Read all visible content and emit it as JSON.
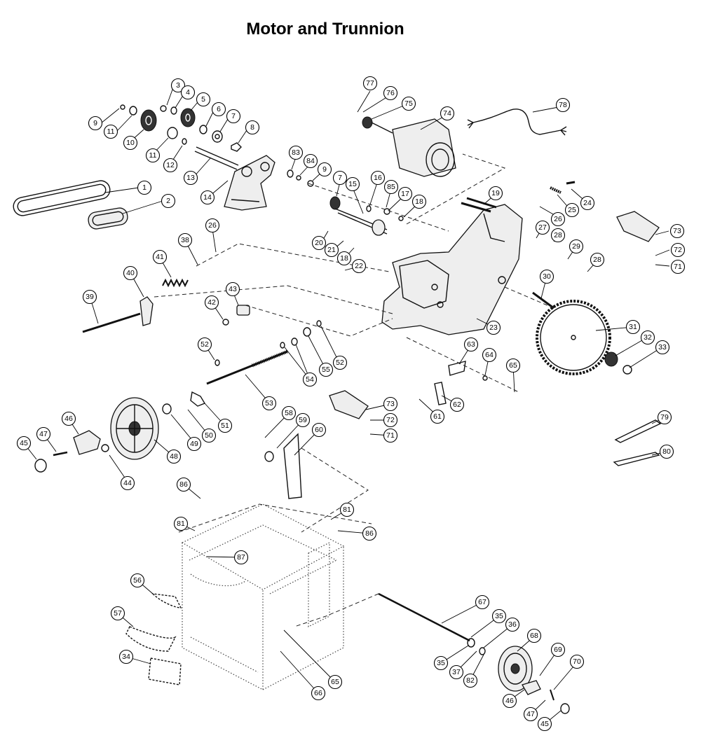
{
  "title": "Motor and Trunnion",
  "callouts": [
    {
      "label": "1"
    },
    {
      "label": "2"
    },
    {
      "label": "3"
    },
    {
      "label": "4"
    },
    {
      "label": "5"
    },
    {
      "label": "6"
    },
    {
      "label": "7"
    },
    {
      "label": "8"
    },
    {
      "label": "9"
    },
    {
      "label": "11"
    },
    {
      "label": "10"
    },
    {
      "label": "11"
    },
    {
      "label": "12"
    },
    {
      "label": "13"
    },
    {
      "label": "14"
    },
    {
      "label": "83"
    },
    {
      "label": "84"
    },
    {
      "label": "9"
    },
    {
      "label": "7"
    },
    {
      "label": "15"
    },
    {
      "label": "16"
    },
    {
      "label": "85"
    },
    {
      "label": "17"
    },
    {
      "label": "18"
    },
    {
      "label": "77"
    },
    {
      "label": "76"
    },
    {
      "label": "75"
    },
    {
      "label": "74"
    },
    {
      "label": "78"
    },
    {
      "label": "19"
    },
    {
      "label": "24"
    },
    {
      "label": "25"
    },
    {
      "label": "26"
    },
    {
      "label": "27"
    },
    {
      "label": "28"
    },
    {
      "label": "29"
    },
    {
      "label": "28"
    },
    {
      "label": "73"
    },
    {
      "label": "72"
    },
    {
      "label": "71"
    },
    {
      "label": "20"
    },
    {
      "label": "21"
    },
    {
      "label": "18"
    },
    {
      "label": "22"
    },
    {
      "label": "26"
    },
    {
      "label": "38"
    },
    {
      "label": "41"
    },
    {
      "label": "40"
    },
    {
      "label": "39"
    },
    {
      "label": "43"
    },
    {
      "label": "42"
    },
    {
      "label": "30"
    },
    {
      "label": "23"
    },
    {
      "label": "31"
    },
    {
      "label": "32"
    },
    {
      "label": "33"
    },
    {
      "label": "52"
    },
    {
      "label": "52"
    },
    {
      "label": "55"
    },
    {
      "label": "54"
    },
    {
      "label": "53"
    },
    {
      "label": "63"
    },
    {
      "label": "64"
    },
    {
      "label": "65"
    },
    {
      "label": "62"
    },
    {
      "label": "61"
    },
    {
      "label": "73"
    },
    {
      "label": "72"
    },
    {
      "label": "71"
    },
    {
      "label": "51"
    },
    {
      "label": "50"
    },
    {
      "label": "49"
    },
    {
      "label": "48"
    },
    {
      "label": "46"
    },
    {
      "label": "47"
    },
    {
      "label": "45"
    },
    {
      "label": "44"
    },
    {
      "label": "58"
    },
    {
      "label": "59"
    },
    {
      "label": "60"
    },
    {
      "label": "79"
    },
    {
      "label": "80"
    },
    {
      "label": "86"
    },
    {
      "label": "81"
    },
    {
      "label": "81"
    },
    {
      "label": "86"
    },
    {
      "label": "87"
    },
    {
      "label": "56"
    },
    {
      "label": "57"
    },
    {
      "label": "34"
    },
    {
      "label": "67"
    },
    {
      "label": "35"
    },
    {
      "label": "36"
    },
    {
      "label": "68"
    },
    {
      "label": "35"
    },
    {
      "label": "37"
    },
    {
      "label": "82"
    },
    {
      "label": "69"
    },
    {
      "label": "70"
    },
    {
      "label": "46"
    },
    {
      "label": "47"
    },
    {
      "label": "45"
    },
    {
      "label": "65"
    },
    {
      "label": "66"
    }
  ]
}
